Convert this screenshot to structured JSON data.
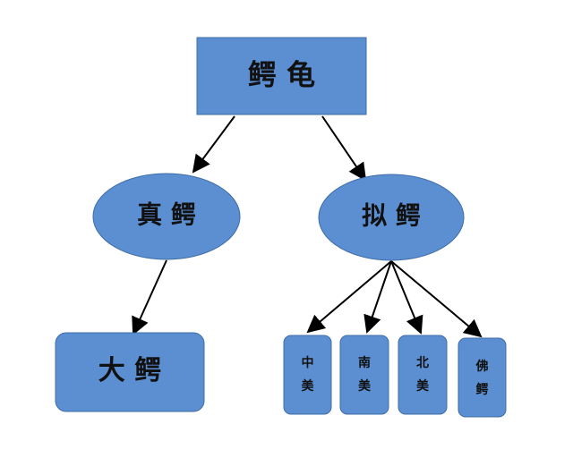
{
  "colors": {
    "node_fill": "#5b8fd1",
    "node_stroke": "#3f6ea8",
    "edge": "#000000",
    "text": "#111111"
  },
  "nodes": {
    "root": "鳄 龟",
    "true_croc": "真 鳄",
    "pseudo_croc": "拟 鳄",
    "big_croc": "大 鳄",
    "mid_america": [
      "中",
      "美"
    ],
    "south_america": [
      "南",
      "美"
    ],
    "north_america": [
      "北",
      "美"
    ],
    "florida_croc": [
      "佛",
      "鳄"
    ]
  }
}
